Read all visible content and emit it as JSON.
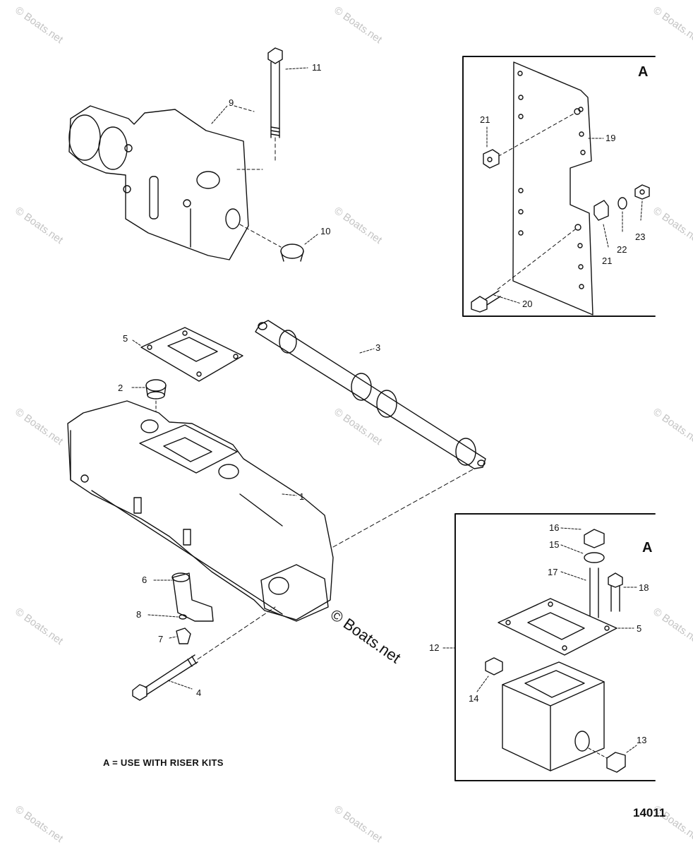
{
  "watermark": "© Boats.net",
  "center_watermark": "© Boats.net",
  "note": "A = USE WITH RISER KITS",
  "doc_number": "14011",
  "insets": [
    {
      "letter": "A"
    },
    {
      "letter": "A"
    }
  ],
  "callouts": [
    "1",
    "2",
    "3",
    "4",
    "5",
    "6",
    "7",
    "8",
    "9",
    "10",
    "11",
    "12",
    "13",
    "14",
    "15",
    "16",
    "17",
    "18",
    "19",
    "20",
    "21",
    "21",
    "22",
    "23",
    "5"
  ]
}
